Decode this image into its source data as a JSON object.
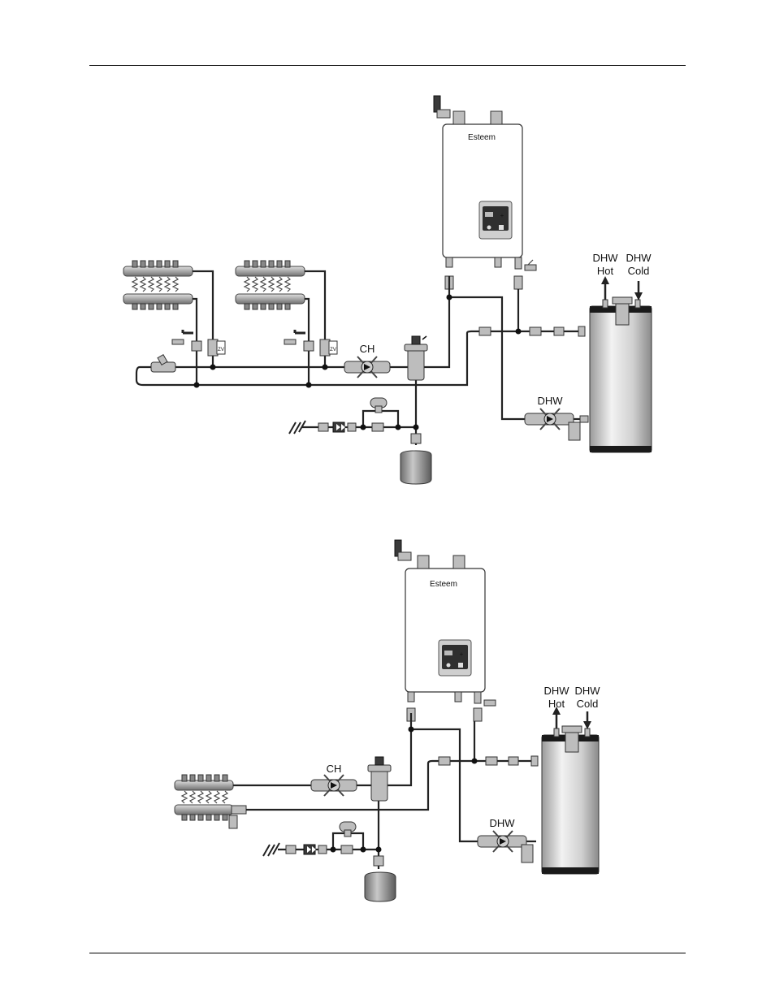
{
  "diagram1": {
    "boiler_brand": "Esteem",
    "label_dhw_hot": [
      "DHW",
      "Hot"
    ],
    "label_dhw_cold": [
      "DHW",
      "Cold"
    ],
    "label_ch": "CH",
    "label_dhw_pump": "DHW",
    "zone_valve_label": "ZV"
  },
  "diagram2": {
    "boiler_brand": "Esteem",
    "label_dhw_hot": [
      "DHW",
      "Hot"
    ],
    "label_dhw_cold": [
      "DHW",
      "Cold"
    ],
    "label_ch": "CH",
    "label_dhw_pump": "DHW"
  },
  "colors": {
    "pipe": "#222222",
    "tank_body": "#d9d9d9",
    "tank_band": "#1a1a1a"
  },
  "icons": [
    "boiler",
    "manifold",
    "circulator-pump",
    "ball-valve",
    "hydraulic-separator",
    "expansion-tank",
    "indirect-water-heater",
    "pressure-reducing-valve",
    "backflow-preventer"
  ]
}
